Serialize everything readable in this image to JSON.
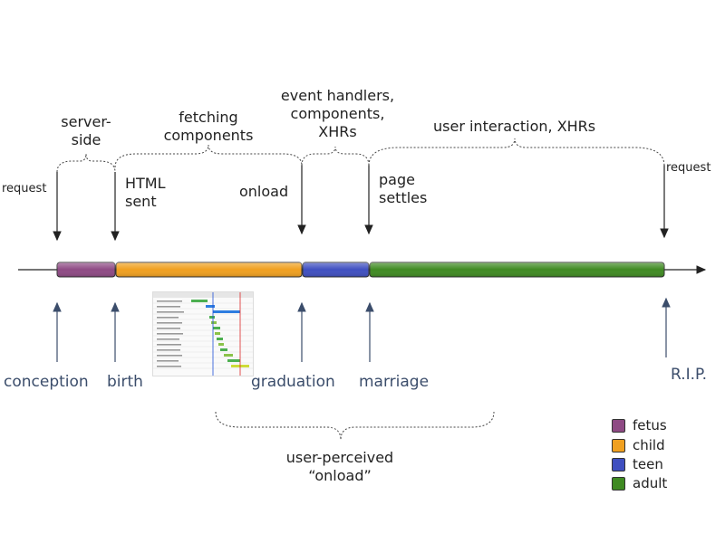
{
  "top_labels": {
    "request_left": "request",
    "server_side": "server-\nside",
    "html_sent": "HTML\nsent",
    "fetching_components": "fetching\ncomponents",
    "onload": "onload",
    "event_handlers": "event handlers,\ncomponents,\nXHRs",
    "page_settles": "page\nsettles",
    "user_interaction": "user interaction, XHRs",
    "request_right": "request"
  },
  "bottom_labels": {
    "conception": "conception",
    "birth": "birth",
    "graduation": "graduation",
    "marriage": "marriage",
    "rip": "R.I.P.",
    "user_perceived_onload": "user-perceived\n“onload”"
  },
  "legend": [
    {
      "label": "fetus",
      "color": "#8e4a84"
    },
    {
      "label": "child",
      "color": "#f0a020"
    },
    {
      "label": "teen",
      "color": "#3f4fc0"
    },
    {
      "label": "adult",
      "color": "#3f8a22"
    }
  ],
  "stages": [
    {
      "name": "fetus",
      "color": "#8e4a84"
    },
    {
      "name": "child",
      "color": "#f0a020"
    },
    {
      "name": "teen",
      "color": "#3f4fc0"
    },
    {
      "name": "adult",
      "color": "#3f8a22"
    }
  ]
}
